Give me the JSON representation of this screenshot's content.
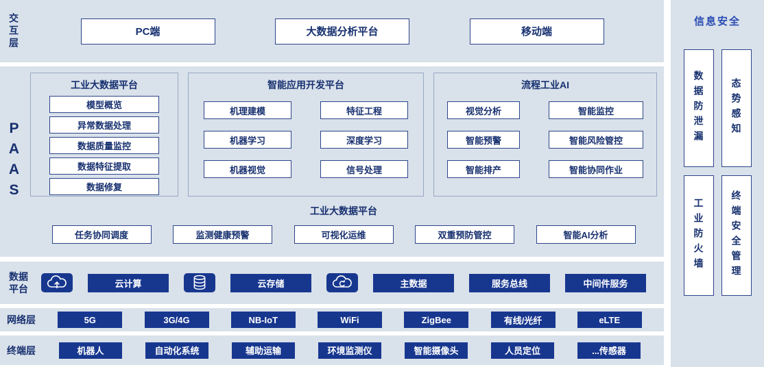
{
  "layers": {
    "interaction": {
      "label": "交互层",
      "items": [
        "PC端",
        "大数据分析平台",
        "移动端"
      ]
    },
    "paas": {
      "label": "PAAS",
      "groups": [
        {
          "title": "工业大数据平台",
          "items": [
            "模型概览",
            "异常数据处理",
            "数据质量监控",
            "数据特征提取",
            "数据修复"
          ]
        },
        {
          "title": "智能应用开发平台",
          "items": [
            "机理建模",
            "特征工程",
            "机器学习",
            "深度学习",
            "机器视觉",
            "信号处理"
          ]
        },
        {
          "title": "流程工业AI",
          "items": [
            "视觉分析",
            "智能监控",
            "智能预警",
            "智能风险管控",
            "智能排产",
            "智能协同作业"
          ]
        }
      ],
      "bottom": {
        "title": "工业大数据平台",
        "items": [
          "任务协同调度",
          "监测健康预警",
          "可视化运维",
          "双重预防管控",
          "智能AI分析"
        ]
      }
    },
    "data_platform": {
      "label": "数据平台",
      "items": [
        {
          "icon": "cloud-upload-icon",
          "label": "云计算"
        },
        {
          "icon": "database-icon",
          "label": "云存储"
        },
        {
          "icon": "cloud-sync-icon",
          "label": "主数据"
        },
        {
          "icon": "",
          "label": "服务总线"
        },
        {
          "icon": "",
          "label": "中间件服务"
        }
      ]
    },
    "network": {
      "label": "网络层",
      "items": [
        "5G",
        "3G/4G",
        "NB-IoT",
        "WiFi",
        "ZigBee",
        "有线/光纤",
        "eLTE"
      ]
    },
    "terminal": {
      "label": "终端层",
      "items": [
        "机器人",
        "自动化系统",
        "辅助运输",
        "环境监测仪",
        "智能摄像头",
        "人员定位",
        "...传感器"
      ]
    }
  },
  "security": {
    "title": "信息安全",
    "items": [
      "数据防泄漏",
      "态势感知",
      "工业防火墙",
      "终端安全管理"
    ]
  },
  "colors": {
    "band_background": "#d9e1ea",
    "dark_box": "#17378f",
    "navy_text": "#17306f",
    "box_border": "#2c4489",
    "security_title": "#2a4cb3"
  }
}
